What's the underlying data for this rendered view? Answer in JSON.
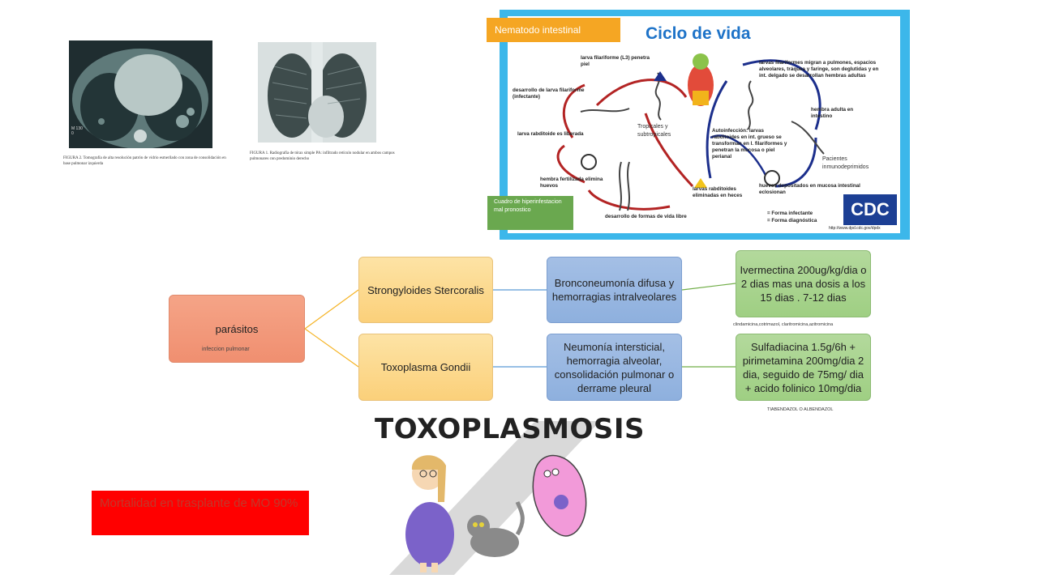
{
  "figures": {
    "fig2_caption": "FIGURA 2. Tomografía de alta resolución patrón de vidrio esmerilado con zona de consolidación en base pulmonar izquierda",
    "fig1_caption": "FIGURA 1. Radiografía de tórax simple PA: infiltrado retículo nodular en ambos campos pulmonares con predominio derecho",
    "ct_readout": "M 130 0"
  },
  "lifecycle": {
    "title": "Ciclo de vida",
    "orange_tag": "Nematodo intestinal",
    "green_tag": "Cuadro de hiperinfestacion mal pronostico",
    "note_tropical": "Tropicales y subtropicales",
    "note_immuno": "Pacientes inmunodeprimidos",
    "stage_6": "larva filariforme (L3) penetra piel",
    "stage_5": "desarrollo de larva filariforme (infectante)",
    "stage_4": "larva rabditoide es liberada",
    "stage_3": "hembra fertilizada elimina huevos",
    "stage_2": "desarrollo de formas de vida libre",
    "stage_1": "larvas rabditoides eliminadas en heces",
    "stage_7": "larvas filariformes migran a pulmones, espacios alveolares, tráquea y faringe, son deglutidas y en int. delgado se desarrollan hembras adultas",
    "stage_8": "hembra adulta en intestino",
    "stage_9": "huevos depositados en mucosa intestinal eclosionan",
    "stage_10": "Autoinfección: larvas rabditoides en int. grueso se transforman en l. filariformes y penetran la mucosa o piel perianal",
    "legend_infect": "= Forma infectante",
    "legend_diag": "= Forma diagnóstica",
    "cdc_logo": "CDC",
    "cdc_url": "http://www.dpd.cdc.gov/dpdx"
  },
  "diagram": {
    "root": "parásitos",
    "root_sub": "infeccion pulmonar",
    "b1": "Strongyloides Stercoralis",
    "b1_condition": "Bronconeumonía difusa y hemorragias intralveolares",
    "b1_treatment": "Ivermectina 200ug/kg/dia o 2 dias mas una dosis a los 15 dias . 7-12 dias",
    "b1_alt": "clindamicina,cotrimazol, claritromicina,azitromicina",
    "b2": "Toxoplasma Gondii",
    "b2_condition": "Neumonía intersticial, hemorragia alveolar, consolidación pulmonar o derrame pleural",
    "b2_treatment": "Sulfadiacina 1.5g/6h + pirimetamina 200mg/dia 2 dia, seguido de 75mg/ dia + acido folinico 10mg/dia",
    "b2_alt": "TIABENDAZOL O ALBENDAZOL"
  },
  "cartoon": {
    "title": "TOXOPLASMOSIS"
  },
  "mortality": "Mortalidad en trasplante de MO 90%"
}
